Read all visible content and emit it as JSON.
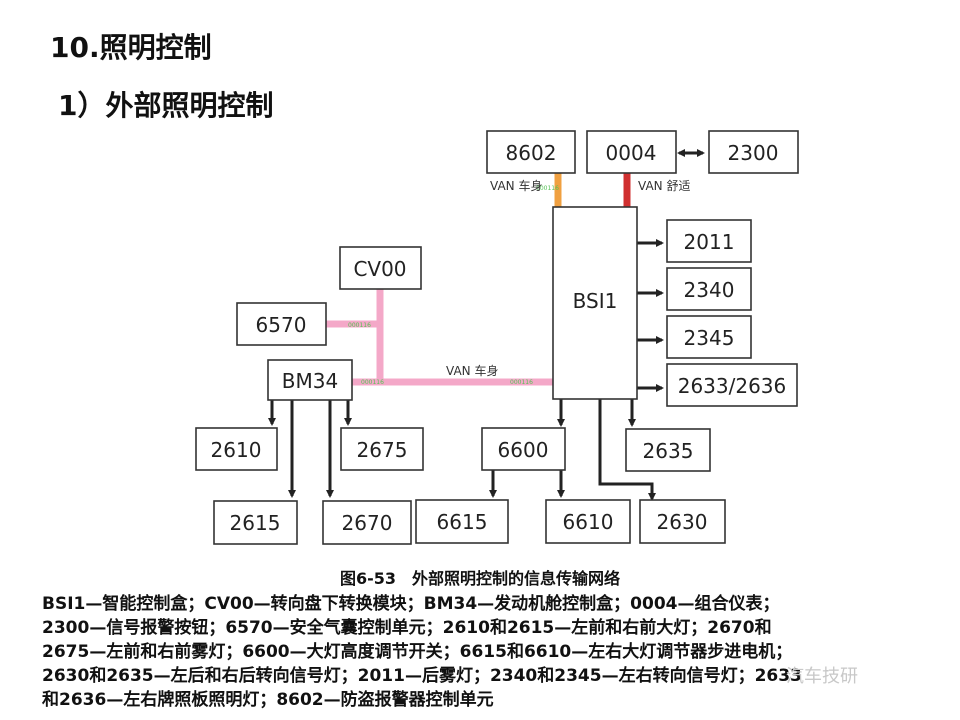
{
  "heading": "10.照明控制",
  "subheading": "1）外部照明控制",
  "nodes": {
    "n8602": "8602",
    "n0004": "0004",
    "n2300": "2300",
    "cv00": "CV00",
    "n6570": "6570",
    "bm34": "BM34",
    "bsi1": "BSI1",
    "n2011": "2011",
    "n2340": "2340",
    "n2345": "2345",
    "n2633": "2633/2636",
    "n2610": "2610",
    "n2675": "2675",
    "n2615": "2615",
    "n2670": "2670",
    "n6600": "6600",
    "n6615": "6615",
    "n6610": "6610",
    "n2635": "2635",
    "n2630": "2630"
  },
  "bus_labels": {
    "van_body_top": "VAN 车身",
    "van_comfort": "VAN 舒适",
    "van_body_mid": "VAN 车身"
  },
  "caption": "图6-53　外部照明控制的信息传输网络",
  "legend_lines": [
    "BSI1—智能控制盒；CV00—转向盘下转换模块；BM34—发动机舱控制盒；0004—组合仪表；",
    "2300—信号报警按钮；6570—安全气囊控制单元；2610和2615—左前和右前大灯；2670和",
    "2675—左前和右前雾灯；6600—大灯高度调节开关；6615和6610—左右大灯调节器步进电机；",
    "2630和2635—左后和右后转向信号灯；2011—后雾灯；2340和2345—左右转向信号灯；2633",
    "和2636—左右牌照板照明灯；8602—防盗报警器控制单元"
  ],
  "watermark": "汽车技研",
  "colors": {
    "van_body": "#f0a040",
    "van_comfort": "#d03030",
    "van_pink": "#f4a8c8",
    "box_stroke": "#333333"
  }
}
